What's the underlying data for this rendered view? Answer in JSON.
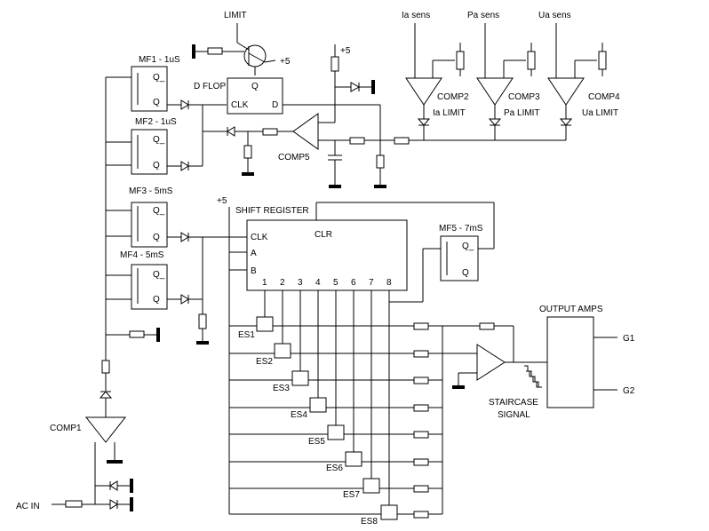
{
  "labels": {
    "limit": "LIMIT",
    "plus5_top": "+5",
    "plus5_transistor": "+5",
    "plus5_sr": "+5",
    "ia_sens": "Ia sens",
    "pa_sens": "Pa sens",
    "ua_sens": "Ua sens",
    "mf1": "MF1 - 1uS",
    "mf2": "MF2 - 1uS",
    "mf3": "MF3 - 5mS",
    "mf4": "MF4 - 5mS",
    "mf5": "MF5 - 7mS",
    "d_flop": "D FLOP",
    "q": "Q",
    "q_bar": "Q_",
    "clk": "CLK",
    "d": "D",
    "comp1": "COMP1",
    "comp2": "COMP2",
    "comp3": "COMP3",
    "comp4": "COMP4",
    "comp5": "COMP5",
    "ia_limit": "Ia LIMIT",
    "pa_limit": "Pa LIMIT",
    "ua_limit": "Ua LIMIT",
    "shift_register": "SHIFT REGISTER",
    "sr_clk": "CLK",
    "sr_clr": "CLR",
    "sr_a": "A",
    "sr_b": "B",
    "outputs": [
      "1",
      "2",
      "3",
      "4",
      "5",
      "6",
      "7",
      "8"
    ],
    "switches": [
      "ES1",
      "ES2",
      "ES3",
      "ES4",
      "ES5",
      "ES6",
      "ES7",
      "ES8"
    ],
    "output_amps": "OUTPUT AMPS",
    "g1": "G1",
    "g2": "G2",
    "staircase_1": "STAIRCASE",
    "staircase_2": "SIGNAL",
    "ac_in": "AC IN"
  }
}
